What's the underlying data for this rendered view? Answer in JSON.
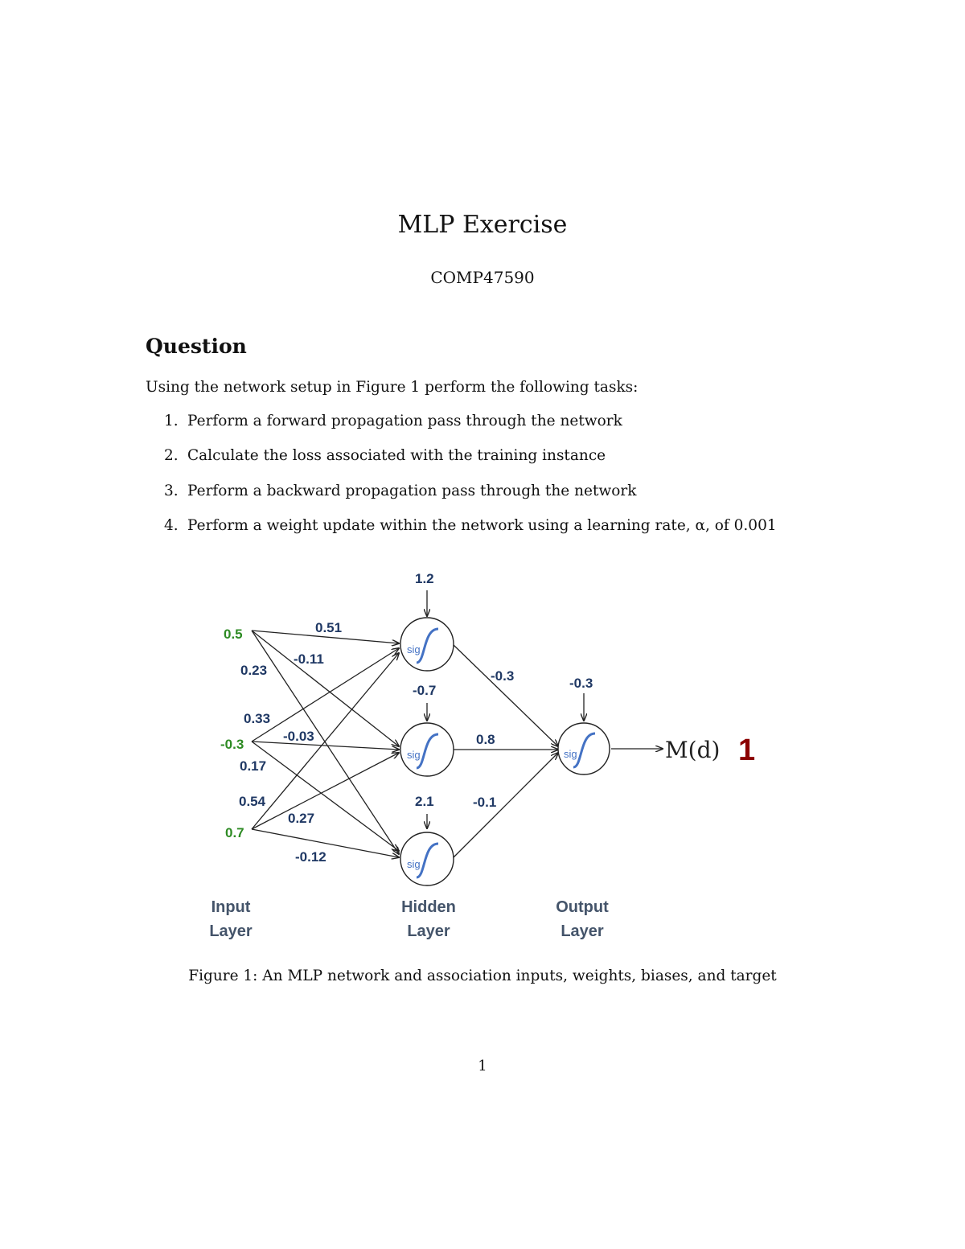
{
  "document": {
    "title": "MLP Exercise",
    "course": "COMP47590",
    "section_heading": "Question",
    "intro": "Using the network setup in Figure 1 perform the following tasks:",
    "tasks": [
      {
        "num": "1.",
        "text": "Perform a forward propagation pass through the network"
      },
      {
        "num": "2.",
        "text": "Calculate the loss associated with the training instance"
      },
      {
        "num": "3.",
        "text": "Perform a backward propagation pass through the network"
      },
      {
        "num": "4.",
        "text": "Perform a weight update within the network using a learning rate, α, of 0.001"
      }
    ],
    "caption": "Figure 1: An MLP network and association inputs, weights, biases, and target",
    "page_number": "1"
  },
  "figure": {
    "inputs": [
      "0.5",
      "-0.3",
      "0.7"
    ],
    "input_weights_to_h1": [
      "0.51",
      "0.33",
      "0.54"
    ],
    "input_weights_to_h2": [
      "-0.11",
      "-0.03",
      "0.27"
    ],
    "input_weights_to_h3": [
      "0.23",
      "0.17",
      "-0.12"
    ],
    "hidden_biases": [
      "1.2",
      "-0.7",
      "2.1"
    ],
    "hidden_to_output_weights": [
      "-0.3",
      "0.8",
      "-0.1"
    ],
    "output_bias": "-0.3",
    "activation_label": "sig",
    "output_symbol": "M(d)",
    "target": "1",
    "layer_labels": {
      "input": [
        "Input",
        "Layer"
      ],
      "hidden": [
        "Hidden",
        "Layer"
      ],
      "output": [
        "Output",
        "Layer"
      ]
    },
    "colors": {
      "input": "#2e8b24",
      "weight": "#1f3864",
      "target": "#8b0000",
      "sigmoid": "#4472c4"
    }
  }
}
